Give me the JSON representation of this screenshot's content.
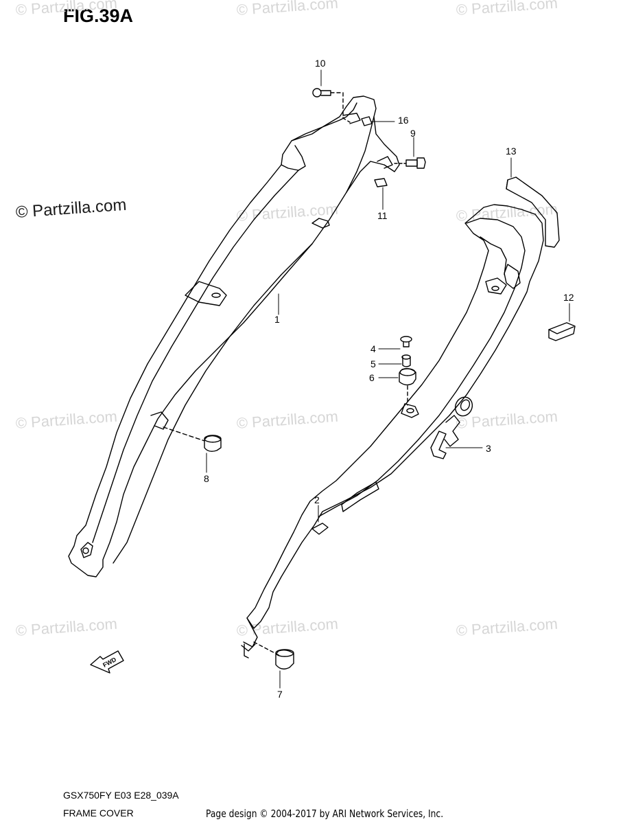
{
  "figure": {
    "title": "FIG.39A",
    "model_code": "GSX750FY E03 E28_039A",
    "name": "FRAME COVER"
  },
  "footer": {
    "copyright": "Page design © 2004-2017 by ARI Network Services, Inc."
  },
  "watermark": {
    "text": "© Partzilla.com"
  },
  "direction_arrow": {
    "label": "FWD"
  },
  "callouts": [
    {
      "id": "c1",
      "label": "1"
    },
    {
      "id": "c2",
      "label": "2"
    },
    {
      "id": "c3",
      "label": "3"
    },
    {
      "id": "c4",
      "label": "4"
    },
    {
      "id": "c5",
      "label": "5"
    },
    {
      "id": "c6",
      "label": "6"
    },
    {
      "id": "c7",
      "label": "7"
    },
    {
      "id": "c8",
      "label": "8"
    },
    {
      "id": "c9",
      "label": "9"
    },
    {
      "id": "c10",
      "label": "10"
    },
    {
      "id": "c11",
      "label": "11"
    },
    {
      "id": "c12",
      "label": "12"
    },
    {
      "id": "c13",
      "label": "13"
    },
    {
      "id": "c16",
      "label": "16"
    }
  ]
}
